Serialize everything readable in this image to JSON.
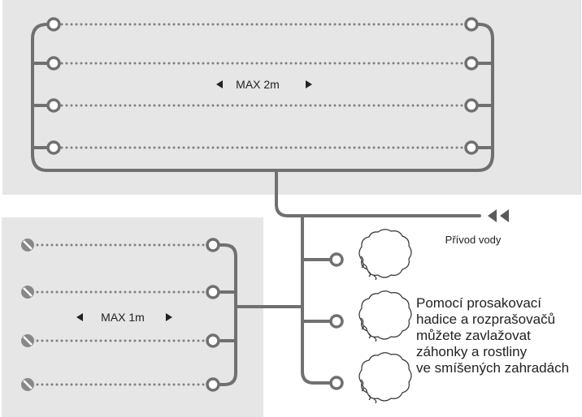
{
  "diagram": {
    "top_section": {
      "label": "MAX 2m",
      "hose_rows": 4
    },
    "bottom_section": {
      "label": "MAX 1m",
      "hose_rows": 4
    },
    "water_supply_label": "Přívod vody",
    "description_lines": [
      "Pomocí prosakovací",
      "hadice a rozprašovačů",
      "můžete zavlažovat",
      "záhonky a rostliny",
      "ve smíšených zahradách"
    ],
    "shrubs": 3,
    "colors": {
      "panel": "#e6e6e6",
      "pipe": "#707070",
      "dotted": "#808080",
      "text": "#222222",
      "plug": "#888888"
    }
  }
}
